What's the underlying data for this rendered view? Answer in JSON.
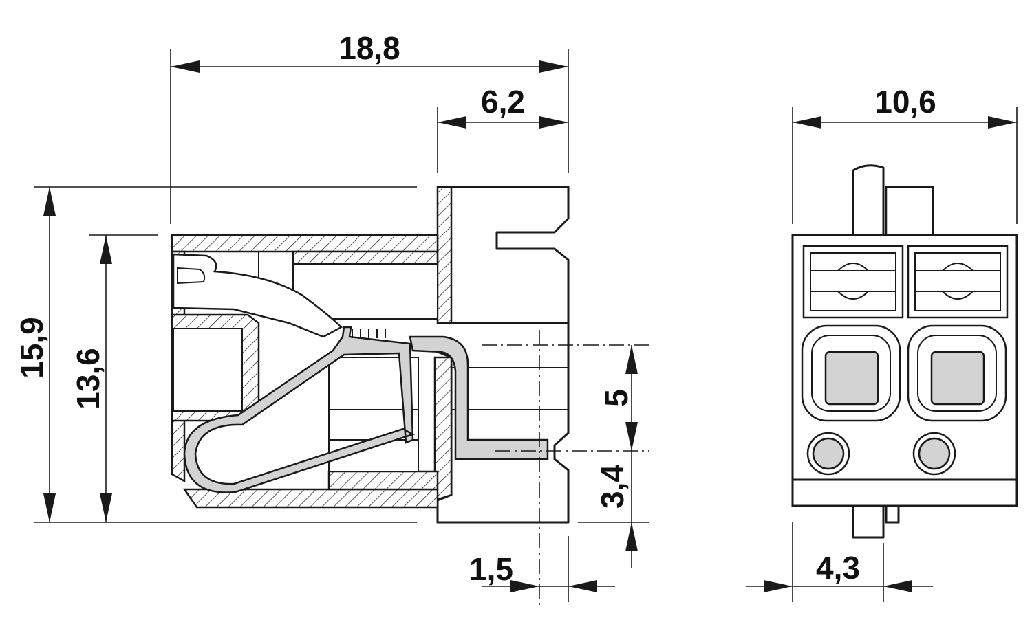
{
  "dimensions": {
    "overall_width": "18,8",
    "front_width": "6,2",
    "overall_height": "15,9",
    "body_height": "13,6",
    "pitch": "5",
    "pin_offset": "3,4",
    "pin_to_edge": "1,5",
    "end_width": "10,6",
    "end_offset": "4,3"
  },
  "colors": {
    "line": "#1a1a1a",
    "wire_fill": "#d3d3d3",
    "background": "#ffffff"
  }
}
